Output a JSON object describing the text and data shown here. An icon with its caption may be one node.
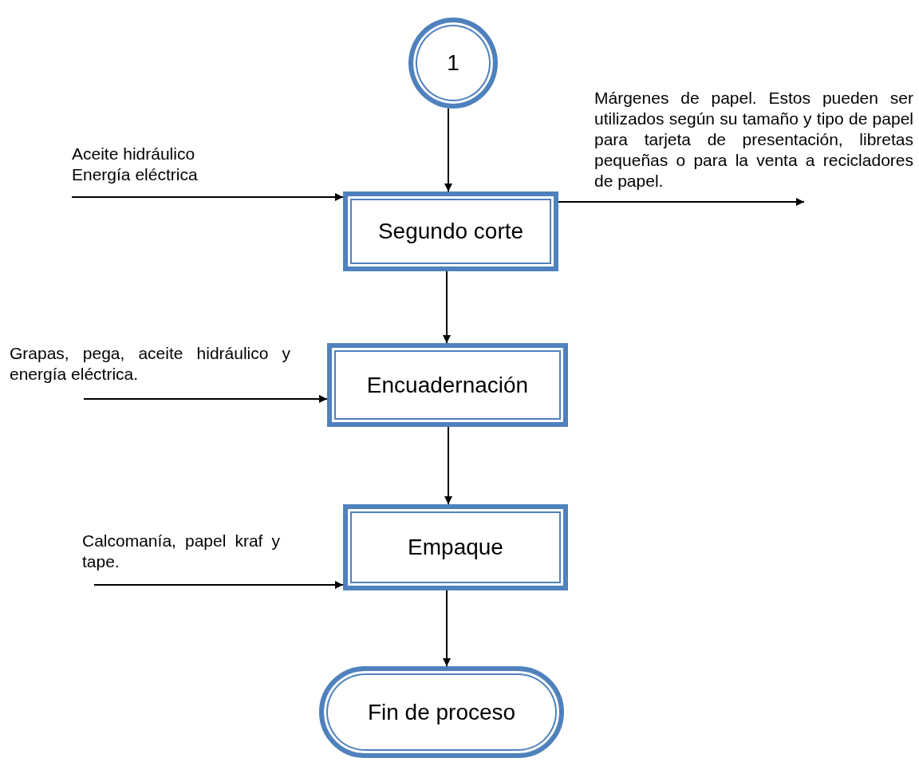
{
  "diagram": {
    "nodes": [
      {
        "text": [
          "1"
        ]
      },
      {
        "text": [
          "Segundo corte"
        ]
      },
      {
        "text": [
          "Encuadernación"
        ]
      },
      {
        "text": [
          "Empaque"
        ]
      },
      {
        "text": [
          "Fin de proceso"
        ]
      }
    ],
    "edges": [
      {
        "from": 0,
        "to": 1,
        "arrow": "to"
      },
      {
        "from": 1,
        "to": 2,
        "arrow": "to"
      },
      {
        "from": 2,
        "to": 3,
        "arrow": "to"
      },
      {
        "from": 3,
        "to": 4,
        "arrow": "to"
      },
      {
        "from": null,
        "to": 1,
        "arrow": "to",
        "label": "Aceite hidráulico Energía eléctrica"
      },
      {
        "from": 1,
        "to": null,
        "arrow": "to",
        "label": "Márgenes de papel. Estos pueden ser utilizados según su tamaño y tipo de papel para tarjeta de presentación, libretas pequeñas o para la venta a recicladores de papel."
      },
      {
        "from": null,
        "to": 2,
        "arrow": "to",
        "label": "Grapas, pega, aceite hidráulico y energía eléctrica."
      },
      {
        "from": null,
        "to": 3,
        "arrow": "to",
        "label": "Calcomanía, papel kraf y tape."
      }
    ]
  }
}
